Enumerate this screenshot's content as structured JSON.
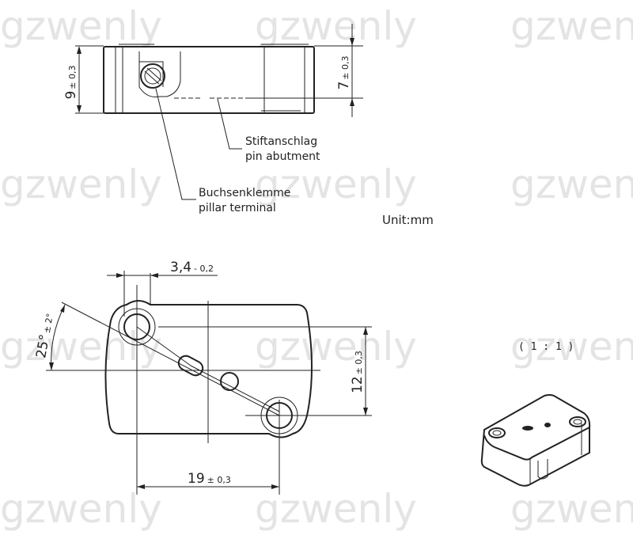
{
  "watermark": "gzwenly",
  "side_view": {
    "dim_height": {
      "value": "9",
      "tolerance": "± 0,3"
    },
    "dim_pin": {
      "value": "7",
      "tolerance": "± 0,3"
    },
    "label_pin_abutment": {
      "de": "Stiftanschlag",
      "en": "pin abutment"
    },
    "label_pillar_terminal": {
      "de": "Buchsenklemme",
      "en": "pillar terminal"
    }
  },
  "unit_label": "Unit:mm",
  "top_view": {
    "dim_offset": {
      "value": "3,4",
      "tolerance": "- 0,2"
    },
    "dim_angle": {
      "value": "25°",
      "tolerance": "± 2°"
    },
    "dim_vertical": {
      "value": "12",
      "tolerance": "± 0,3"
    },
    "dim_horizontal": {
      "value": "19",
      "tolerance": "± 0,3"
    }
  },
  "scale_label": "( 1 : 1 )"
}
